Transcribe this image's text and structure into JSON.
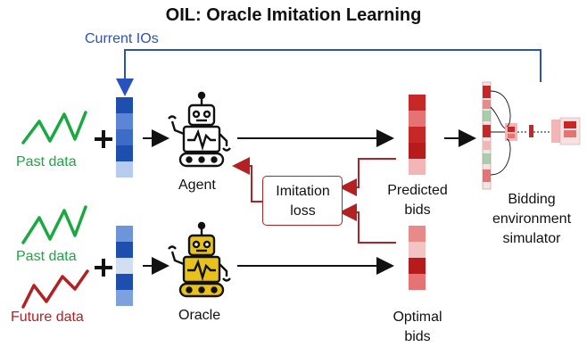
{
  "title": "OIL: Oracle Imitation Learning",
  "labels": {
    "current_ios": "Current IOs",
    "past_data_top": "Past data",
    "past_data_bottom": "Past data",
    "future_data": "Future data",
    "agent": "Agent",
    "oracle": "Oracle",
    "imitation_loss_line1": "Imitation",
    "imitation_loss_line2": "loss",
    "predicted_line1": "Predicted",
    "predicted_line2": "bids",
    "optimal_line1": "Optimal",
    "optimal_line2": "bids",
    "simulator_line1": "Bidding",
    "simulator_line2": "environment",
    "simulator_line3": "simulator"
  },
  "colors": {
    "blue_arrow": "#2a52be",
    "green": "#1aa840",
    "red": "#b22222",
    "gold": "#c9a400"
  },
  "stacks": {
    "input_top": [
      "#1f4fae",
      "#5b86d6",
      "#3c6bc8",
      "#1f4fae",
      "#b7cbee"
    ],
    "input_bottom": [
      "#6e94dc",
      "#1f4fae",
      "#d4def3",
      "#1f4fae",
      "#7ea0df"
    ],
    "predicted": [
      "#c62828",
      "#e57373",
      "#c62828",
      "#b71c1c",
      "#f2b6b6"
    ],
    "optimal": [
      "#e88a8a",
      "#f3c4c4",
      "#b71c1c",
      "#e57373"
    ]
  },
  "icons": {
    "agent": "robot-icon",
    "oracle": "robot-icon-gold",
    "simulator": "neural-network-icon",
    "past": "zigzag-line-icon",
    "future": "zigzag-line-icon"
  }
}
